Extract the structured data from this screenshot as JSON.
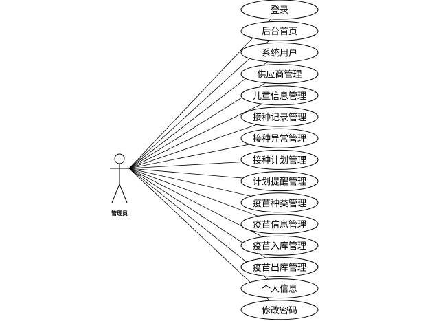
{
  "actor": {
    "label": "管理员"
  },
  "use_cases": [
    "登录",
    "后台首页",
    "系统用户",
    "供应商管理",
    "儿童信息管理",
    "接种记录管理",
    "接种异常管理",
    "接种计划管理",
    "计划提醒管理",
    "疫苗种类管理",
    "疫苗信息管理",
    "疫苗入库管理",
    "疫苗出库管理",
    "个人信息",
    "修改密码"
  ]
}
